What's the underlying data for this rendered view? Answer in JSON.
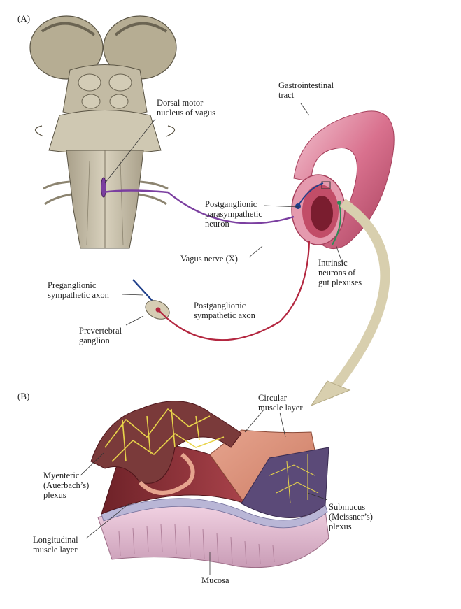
{
  "panels": {
    "a": "(A)",
    "b": "(B)"
  },
  "labels": {
    "dorsal_motor_nucleus": "Dorsal motor\nnucleus of vagus",
    "gi_tract": "Gastrointestinal\ntract",
    "postganglionic_parasympathetic": "Postganglionic\nparasympathetic\nneuron",
    "vagus_nerve": "Vagus nerve (X)",
    "intrinsic_neurons": "Intrinsic\nneurons of\ngut plexuses",
    "preganglionic_sympathetic": "Preganglionic\nsympathetic axon",
    "postganglionic_sympathetic": "Postganglionic\nsympathetic axon",
    "prevertebral_ganglion": "Prevertebral\nganglion",
    "circular_muscle": "Circular\nmuscle layer",
    "myenteric_plexus": "Myenteric\n(Auerbach’s)\nplexus",
    "submucus_plexus": "Submucus\n(Meissner’s)\nplexus",
    "longitudinal_muscle": "Longitudinal\nmuscle layer",
    "mucosa": "Mucosa"
  },
  "colors": {
    "vagus": "#7b3fa0",
    "sympathetic": "#b3263f",
    "preganglionic": "#1f3f8a",
    "intrinsic": "#2e8b57",
    "brainstem": "#c9c2ad",
    "gut": "#d9718e",
    "arrow": "#d8cfae",
    "muscle": "#8b2f35",
    "plexus": "#e8d44a"
  }
}
